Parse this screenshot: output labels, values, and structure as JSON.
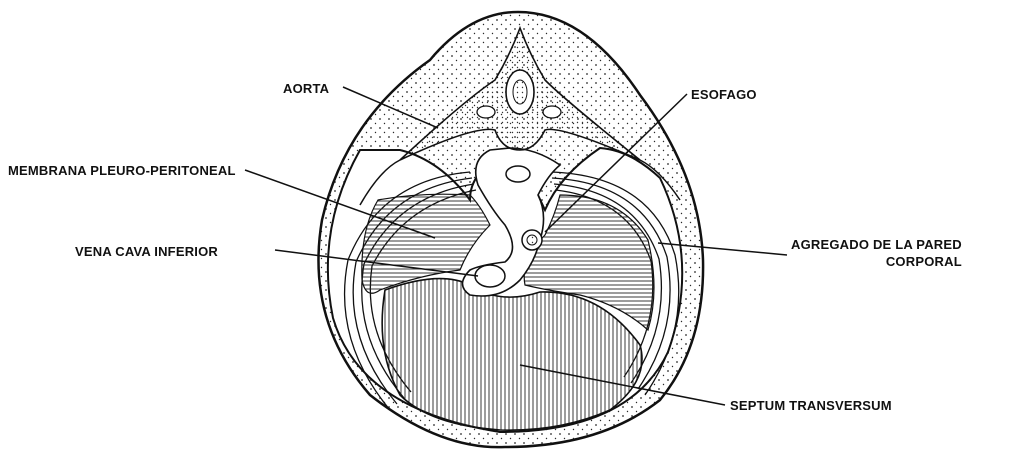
{
  "labels": {
    "aorta": "AORTA",
    "esofago": "ESOFAGO",
    "membrana": "MEMBRANA PLEURO-PERITONEAL",
    "vena_cava": "VENA CAVA INFERIOR",
    "agregado_line1": "AGREGADO DE LA PARED",
    "agregado_line2": "CORPORAL",
    "septum": "SEPTUM TRANSVERSUM"
  },
  "colors": {
    "ink": "#111111",
    "paper": "#ffffff",
    "stipple": "#2a2a2a"
  }
}
